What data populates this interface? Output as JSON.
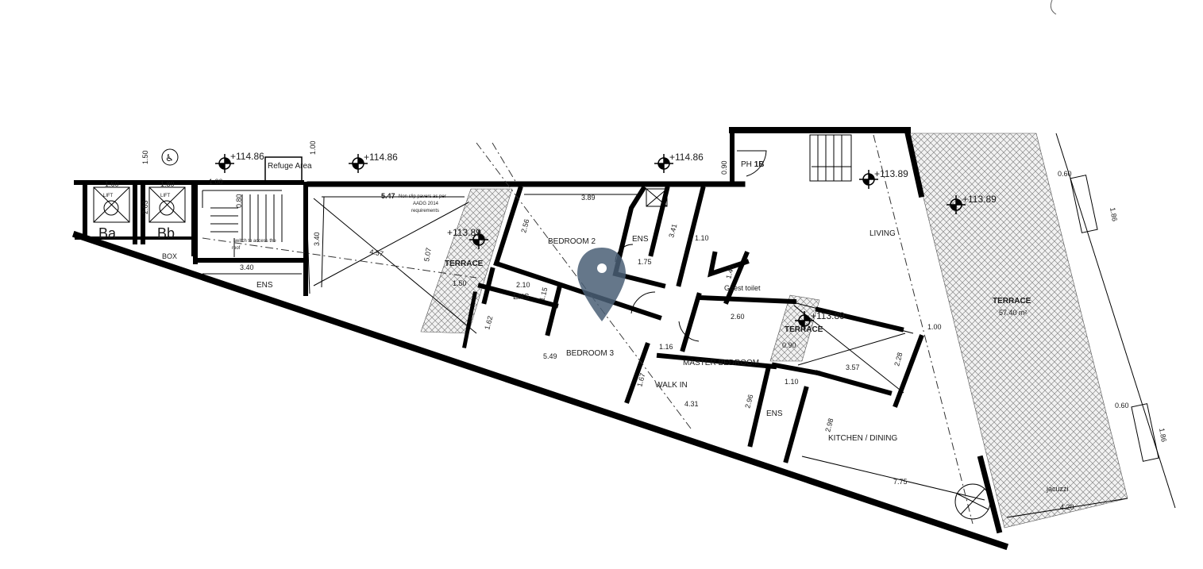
{
  "colors": {
    "wall": "#000000",
    "hatch": "#9a9a9a",
    "pin": "#4a5f75",
    "background": "#ffffff"
  },
  "icons": {
    "map_pin": "map-pin-icon",
    "wheelchair": "wheelchair-icon",
    "level_marker": "level-marker-icon"
  },
  "rooms": {
    "bedroom2": "BEDROOM 2",
    "bedroom3": "BEDROOM 3",
    "master_bedroom": "MASTER BEDROOM",
    "living": "LIVING",
    "kitchen_dining": "KITCHEN /  DINING",
    "terrace_left": "TERRACE",
    "terrace_mid": "TERRACE",
    "terrace_main": "TERRACE",
    "terrace_area": "57.40 m²",
    "walk_in": "WALK IN",
    "ens_left": "ENS",
    "ens_b2": "ENS",
    "ens_b3": "ENS",
    "ens_master": "ENS",
    "guest_toilet": "Guest toilet",
    "box": "BOX",
    "jacuzzi": "jacuzzi",
    "refuge_area": "Refuge Area",
    "ph_unit": "PH",
    "ph_unit_num": "1B",
    "lift_a": "LIFT",
    "lift_b": "LIFT",
    "bay_a": "Ba",
    "bay_b": "Bb",
    "paver_note": "Non slip pavers as per",
    "paver_note2": "AADG 2014",
    "paver_note3": "requirements",
    "switch_note": "switch to access the",
    "switch_note2": "roof"
  },
  "levels": {
    "l1": "+114.86",
    "l2": "+114.86",
    "l3": "+114.86",
    "l4": "+113.89",
    "l5": "+113.89",
    "l6": "+113.89",
    "l7": "+113.89"
  },
  "dimensions": {
    "d547": "5.47",
    "d389": "3.89",
    "d256": "2.56",
    "d341": "3.41",
    "d175": "1.75",
    "d110a": "1.10",
    "d210": "2.10",
    "d115": "1.15",
    "d150": "1.50",
    "d162": "1.62",
    "d549": "5.49",
    "d116": "1.16",
    "d260": "2.60",
    "d090b": "0.90",
    "d357": "3.57",
    "d228": "2.28",
    "d100b": "1.00",
    "d110b": "1.10",
    "d296": "2.96",
    "d298": "2.98",
    "d431": "4.31",
    "d167": "1.67",
    "d775": "7.75",
    "d420": "4.20",
    "d060a": "0.60",
    "d186a": "1.86",
    "d060b": "0.60",
    "d186b": "1.86",
    "d090a": "0.90",
    "d100a": "1.00",
    "d080": "0.80",
    "d340": "3.40",
    "d340v": "3.40",
    "d457": "4.57",
    "d507": "5.07",
    "d160": "1.60",
    "d180": "1.80",
    "d150v": "1.50",
    "d203": "2.03",
    "d140": "1.40",
    "d101": "1.00"
  }
}
